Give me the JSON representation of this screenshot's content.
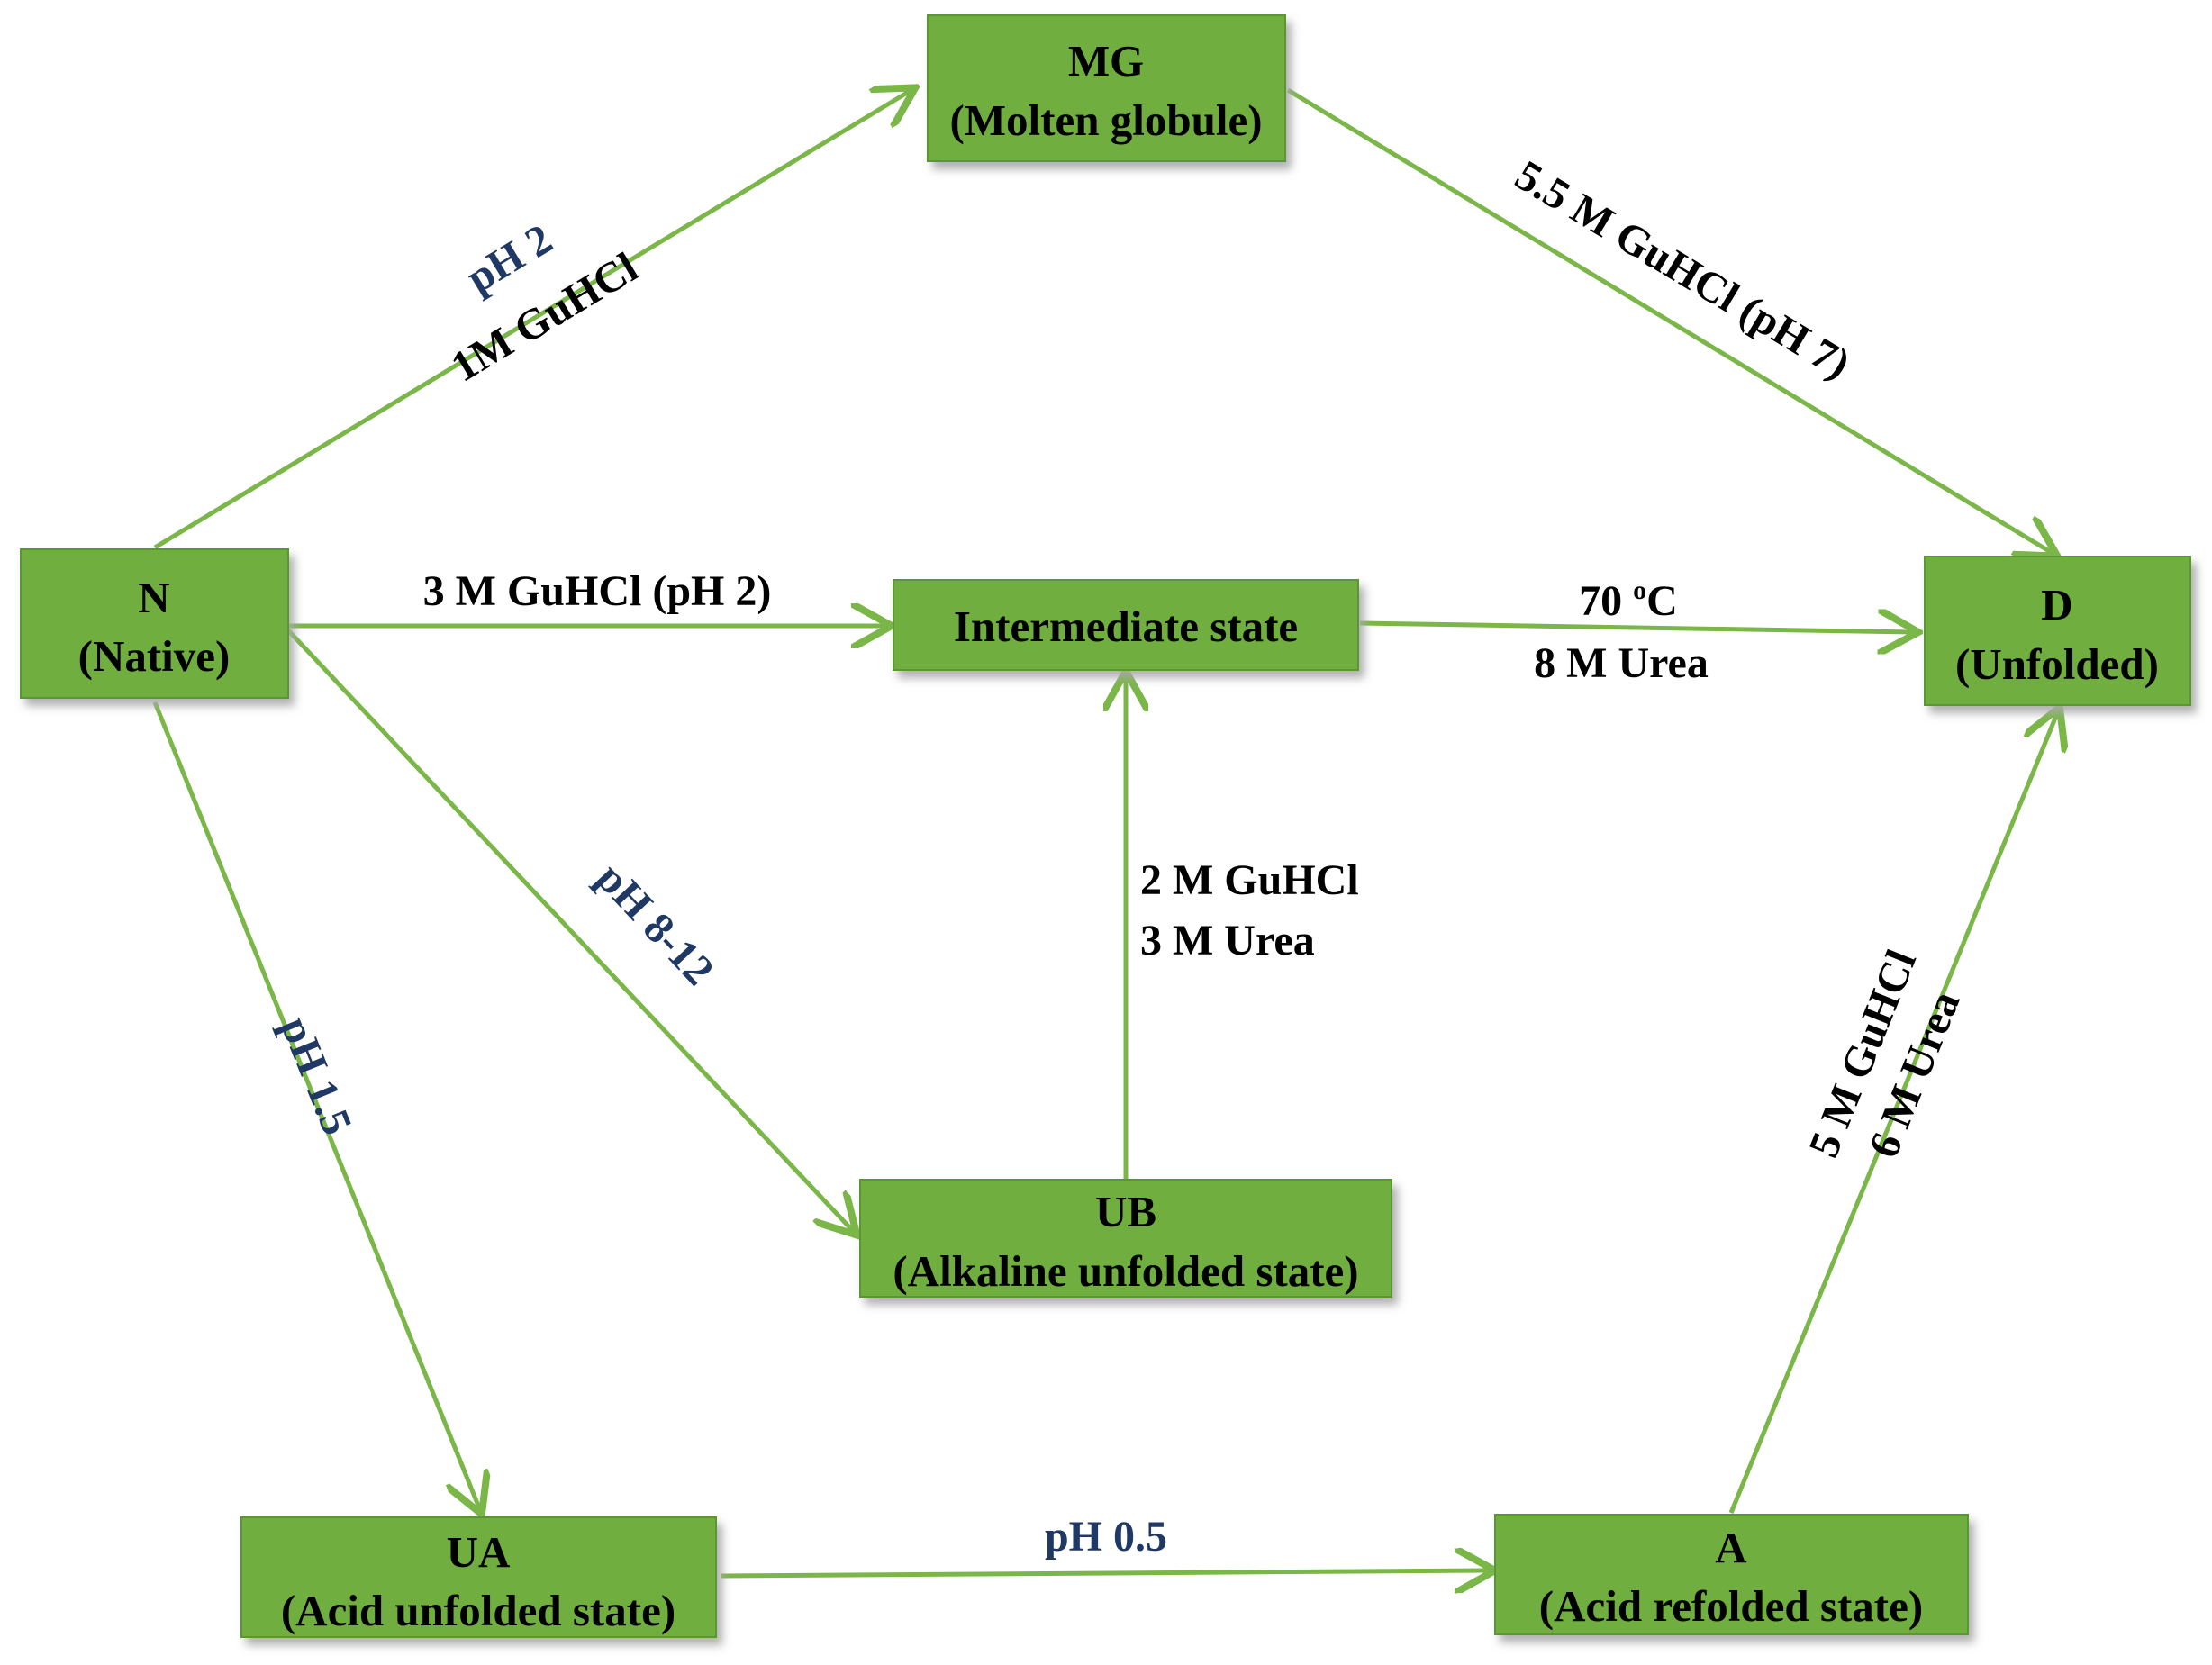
{
  "colors": {
    "node_fill": "#6fae3f",
    "node_shadow": "#a8a8a8",
    "arrow": "#7ab648",
    "ph_label": "#1f3864",
    "chem_label": "#000000"
  },
  "nodes": {
    "mg": {
      "line1": "MG",
      "line2": "(Molten globule)"
    },
    "n": {
      "line1": "N",
      "line2": "(Native)"
    },
    "intermediate": {
      "line1": "Intermediate state"
    },
    "d": {
      "line1": "D",
      "line2": "(Unfolded)"
    },
    "ub": {
      "line1": "UB",
      "line2": "(Alkaline unfolded state)"
    },
    "ua": {
      "line1": "UA",
      "line2": "(Acid unfolded state)"
    },
    "a": {
      "line1": "A",
      "line2": "(Acid refolded state)"
    }
  },
  "edges": {
    "n_to_mg": {
      "label1": "pH 2",
      "label2": "1M GuHCl"
    },
    "mg_to_d": {
      "label1": "5.5 M GuHCl (pH 7)"
    },
    "n_to_intermediate": {
      "label1": "3 M GuHCl (pH 2)"
    },
    "intermediate_to_d": {
      "label1_main": "70 ",
      "label1_sup": "o",
      "label1_end": "C",
      "label2": "8 M Urea"
    },
    "n_to_ub": {
      "label1": "pH 8-12"
    },
    "ub_to_intermediate": {
      "label1": "2 M GuHCl",
      "label2": "3 M Urea"
    },
    "n_to_ua": {
      "label1": "pH 1.5"
    },
    "ua_to_a": {
      "label1": "pH 0.5"
    },
    "a_to_d": {
      "label1": "5 M GuHCl",
      "label2": "6 M Urea"
    }
  }
}
